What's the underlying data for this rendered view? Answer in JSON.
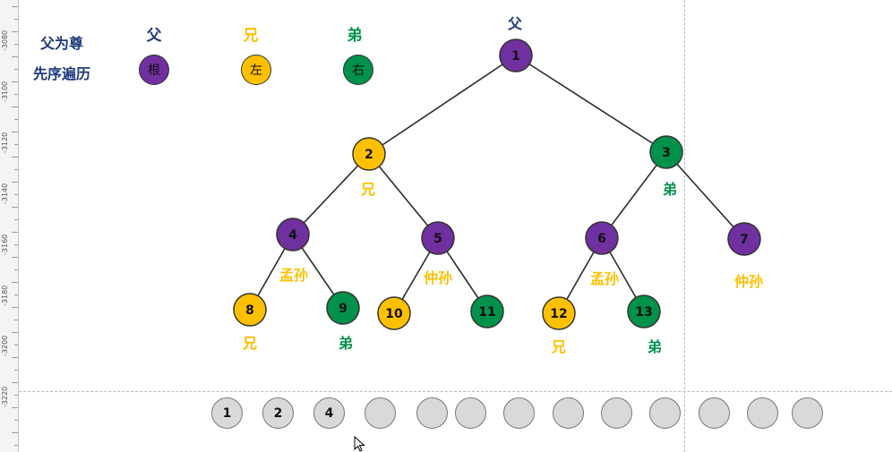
{
  "colors": {
    "root": "#7030a0",
    "left": "#ffc000",
    "right": "#00914b",
    "navy": "#1f3a7a",
    "slot": "#d9d9d9"
  },
  "ruler": {
    "labels": [
      "-3080",
      "-3100",
      "-3120",
      "-3140",
      "-3160",
      "-3180",
      "-3200",
      "-3220"
    ]
  },
  "legend": {
    "title1": "父为尊",
    "title2": "先序遍历",
    "items": [
      {
        "head": "父",
        "circle": "根",
        "kind": "root"
      },
      {
        "head": "兄",
        "circle": "左",
        "kind": "left"
      },
      {
        "head": "弟",
        "circle": "右",
        "kind": "right"
      }
    ]
  },
  "tree": {
    "top_label": "父",
    "nodes": [
      {
        "id": "1",
        "kind": "root"
      },
      {
        "id": "2",
        "kind": "left"
      },
      {
        "id": "3",
        "kind": "right"
      },
      {
        "id": "4",
        "kind": "root"
      },
      {
        "id": "5",
        "kind": "root"
      },
      {
        "id": "6",
        "kind": "root"
      },
      {
        "id": "7",
        "kind": "root"
      },
      {
        "id": "8",
        "kind": "left"
      },
      {
        "id": "9",
        "kind": "right"
      },
      {
        "id": "10",
        "kind": "left"
      },
      {
        "id": "11",
        "kind": "right"
      },
      {
        "id": "12",
        "kind": "left"
      },
      {
        "id": "13",
        "kind": "right"
      }
    ],
    "edges": [
      [
        "1",
        "2"
      ],
      [
        "1",
        "3"
      ],
      [
        "2",
        "4"
      ],
      [
        "2",
        "5"
      ],
      [
        "3",
        "6"
      ],
      [
        "3",
        "7"
      ],
      [
        "4",
        "8"
      ],
      [
        "4",
        "9"
      ],
      [
        "5",
        "10"
      ],
      [
        "5",
        "11"
      ],
      [
        "6",
        "12"
      ],
      [
        "6",
        "13"
      ]
    ],
    "role_labels": [
      {
        "text": "兄",
        "kind": "left",
        "name": "label-node2-xiong"
      },
      {
        "text": "弟",
        "kind": "right",
        "name": "label-node3-di"
      },
      {
        "text": "孟孙",
        "kind": "left",
        "name": "label-node4-children-mengsun"
      },
      {
        "text": "仲孙",
        "kind": "left",
        "name": "label-node5-children-zhongsun"
      },
      {
        "text": "孟孙",
        "kind": "left",
        "name": "label-node6-children-mengsun"
      },
      {
        "text": "仲孙",
        "kind": "left",
        "name": "label-node7-zhongsun"
      },
      {
        "text": "兄",
        "kind": "left",
        "name": "label-node8-xiong"
      },
      {
        "text": "弟",
        "kind": "right",
        "name": "label-node9-di"
      },
      {
        "text": "兄",
        "kind": "left",
        "name": "label-node12-xiong"
      },
      {
        "text": "弟",
        "kind": "right",
        "name": "label-node13-di"
      }
    ]
  },
  "sequence": {
    "slots": [
      "1",
      "2",
      "4",
      "",
      "",
      "",
      "",
      "",
      "",
      "",
      "",
      "",
      ""
    ]
  }
}
